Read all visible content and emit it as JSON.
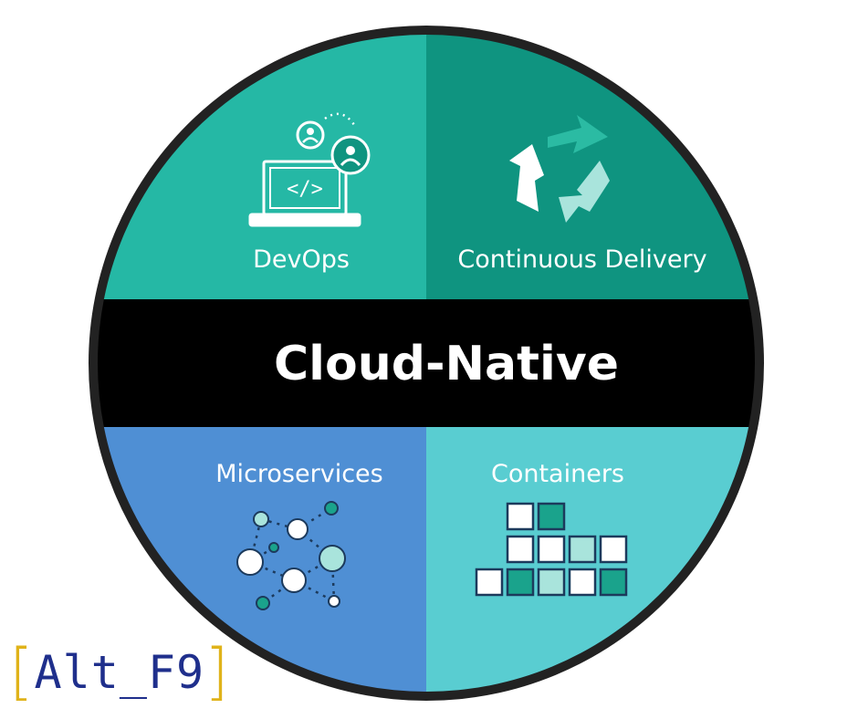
{
  "diagram": {
    "center_label": "Cloud-Native",
    "quadrants": [
      {
        "id": "devops",
        "label": "DevOps",
        "icon": "laptop-code-people-icon",
        "color": "#25b8a5"
      },
      {
        "id": "cd",
        "label": "Continuous Delivery",
        "icon": "cycle-arrows-icon",
        "color": "#0f9480"
      },
      {
        "id": "microservices",
        "label": "Microservices",
        "icon": "network-nodes-icon",
        "color": "#4f8fd4"
      },
      {
        "id": "containers",
        "label": "Containers",
        "icon": "container-blocks-icon",
        "color": "#59cdd1"
      }
    ],
    "band_color": "#000000",
    "ring_color": "#222222"
  },
  "logo": {
    "bracket_open": "[",
    "text": "Alt_F9",
    "bracket_close": "]",
    "text_color": "#1f2f8c",
    "bracket_color": "#e0b31a"
  }
}
